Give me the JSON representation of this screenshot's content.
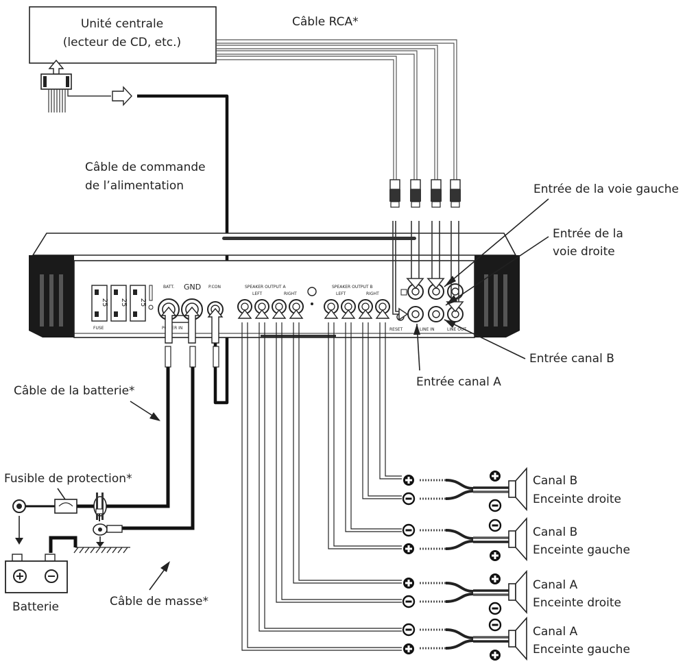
{
  "head_unit": {
    "line1": "Unité centrale",
    "line2": "(lecteur de CD, etc.)"
  },
  "labels": {
    "rca_cable": "Câble RCA*",
    "power_control_line1": "Câble de commande",
    "power_control_line2": "de l’alimentation",
    "left_input": "Entrée de la voie gauche",
    "right_input_line1": "Entrée de la",
    "right_input_line2": "voie droite",
    "channel_b_input": "Entrée canal B",
    "channel_a_input": "Entrée canal A",
    "battery_cable": "Câble de la batterie*",
    "fuse": "Fusible de protection*",
    "battery": "Batterie",
    "ground_cable": "Câble de masse*"
  },
  "panel": {
    "fuse_rating": "25",
    "batt": "BATT.",
    "gnd": "GND",
    "pcon": "P.CON",
    "speaker_output_a": "SPEAKER OUTPUT A",
    "speaker_output_b": "SPEAKER OUTPUT B",
    "left": "LEFT",
    "right": "RIGHT",
    "fuse_label": "FUSE",
    "power_in": "POWER IN",
    "reset": "RESET",
    "line_in": "LINE IN",
    "line_out": "LINE OUT"
  },
  "speakers": [
    {
      "channel": "Canal B",
      "name": "Enceinte droite"
    },
    {
      "channel": "Canal B",
      "name": "Enceinte gauche"
    },
    {
      "channel": "Canal A",
      "name": "Enceinte droite"
    },
    {
      "channel": "Canal A",
      "name": "Enceinte gauche"
    }
  ]
}
